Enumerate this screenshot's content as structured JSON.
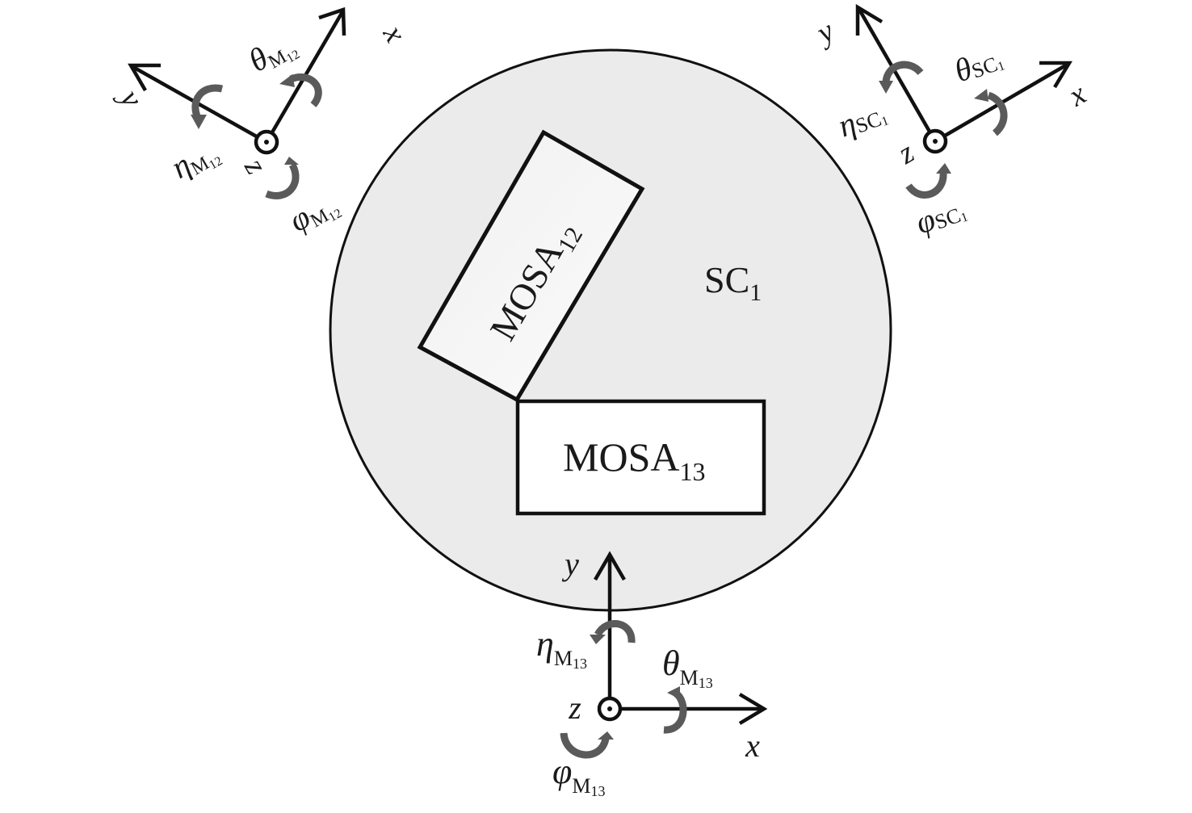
{
  "spacecraft": {
    "label_main": "SC",
    "label_sub": "1"
  },
  "mosa12": {
    "label_main": "MOSA",
    "label_sub": "12"
  },
  "mosa13": {
    "label_main": "MOSA",
    "label_sub": "13"
  },
  "frame_m12": {
    "x_label": "x",
    "y_label": "y",
    "z_label": "z",
    "theta": {
      "sym": "θ",
      "sub_main": "M",
      "sub_sub": "12"
    },
    "eta": {
      "sym": "η",
      "sub_main": "M",
      "sub_sub": "12"
    },
    "phi": {
      "sym": "φ",
      "sub_main": "M",
      "sub_sub": "12"
    }
  },
  "frame_sc1": {
    "x_label": "x",
    "y_label": "y",
    "z_label": "z",
    "theta": {
      "sym": "θ",
      "sub_main": "SC",
      "sub_sub": "1"
    },
    "eta": {
      "sym": "η",
      "sub_main": "SC",
      "sub_sub": "1"
    },
    "phi": {
      "sym": "φ",
      "sub_main": "SC",
      "sub_sub": "1"
    }
  },
  "frame_m13": {
    "x_label": "x",
    "y_label": "y",
    "z_label": "z",
    "theta": {
      "sym": "θ",
      "sub_main": "M",
      "sub_sub": "13"
    },
    "eta": {
      "sym": "η",
      "sub_main": "M",
      "sub_sub": "13"
    },
    "phi": {
      "sym": "φ",
      "sub_main": "M",
      "sub_sub": "13"
    }
  },
  "colors": {
    "spacecraft_fill": "#ebebeb",
    "mosa12_fill": "#f6f6f6",
    "mosa13_fill": "#ffffff",
    "rotation_arrow": "#5a5a5a"
  }
}
